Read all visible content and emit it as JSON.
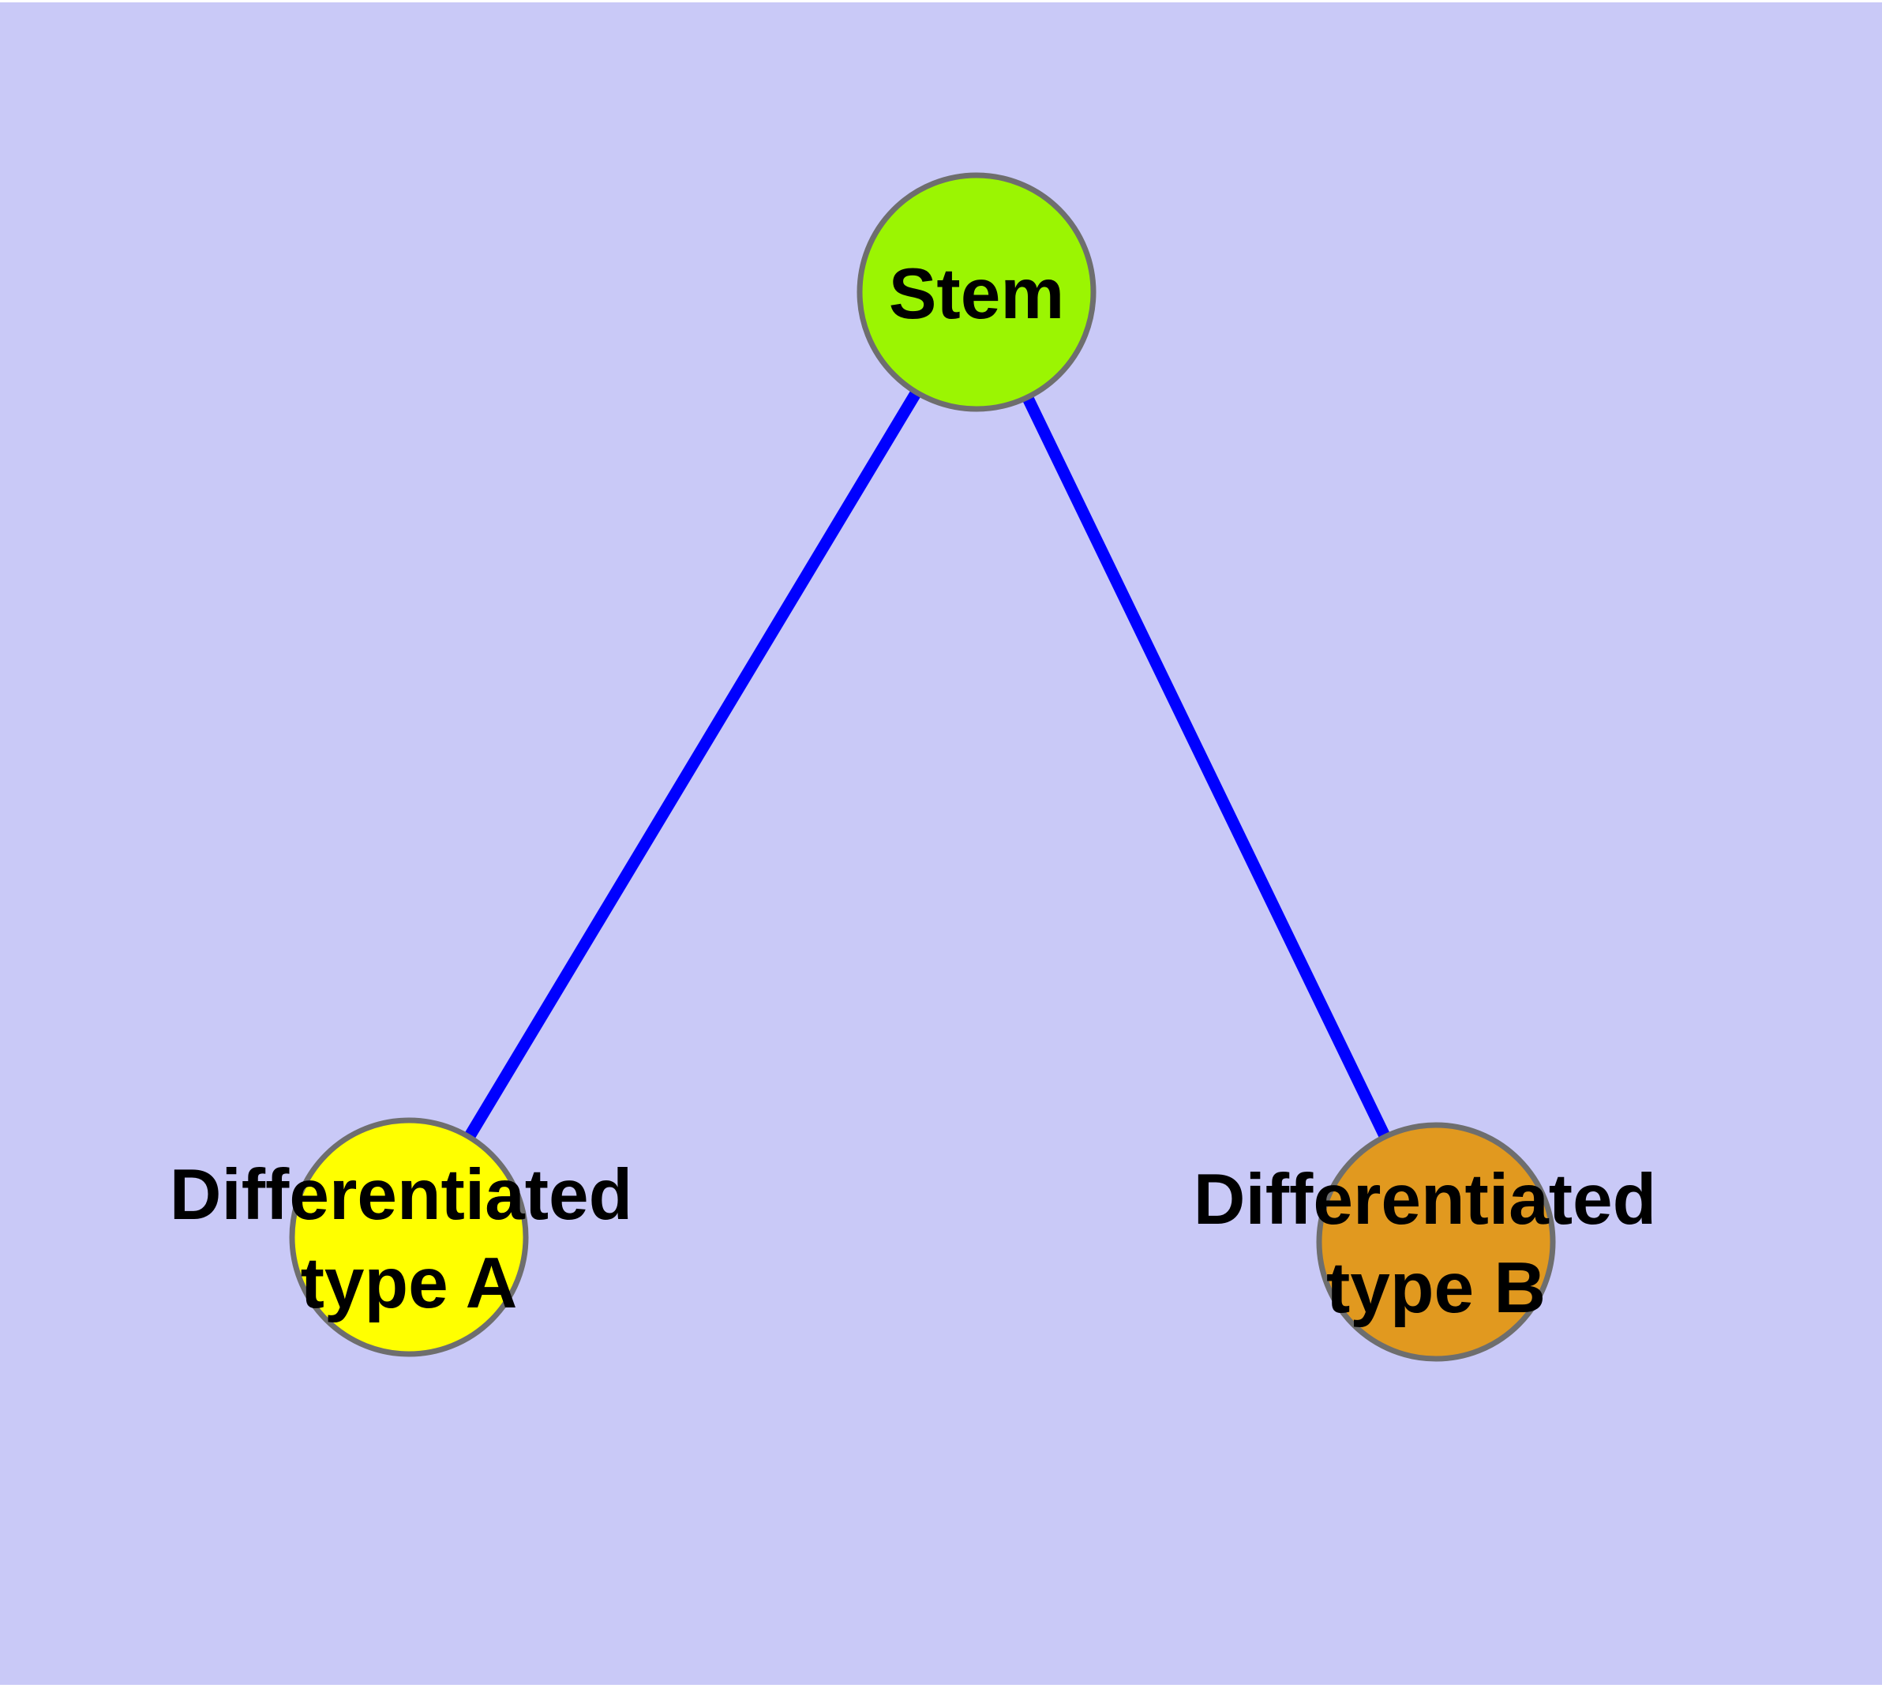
{
  "diagram": {
    "type": "graph",
    "background_color": "#c9c9f7",
    "page_margin_color": "#ffffff",
    "edge_color": "#0000ff",
    "node_border_color": "#6e6e6e",
    "label_color": "#000000",
    "nodes": [
      {
        "id": "stem",
        "label": "Stem",
        "lines": [
          "Stem"
        ],
        "fill_color": "#9bf502"
      },
      {
        "id": "differentiated-type-a",
        "label": "Differentiated type A",
        "lines": [
          "Differentiated",
          "type A"
        ],
        "fill_color": "#ffff00"
      },
      {
        "id": "differentiated-type-b",
        "label": "Differentiated type B",
        "lines": [
          "Differentiated",
          "type B"
        ],
        "fill_color": "#e1991f"
      }
    ],
    "edges": [
      {
        "from": "Stem",
        "to": "Differentiated type A"
      },
      {
        "from": "Stem",
        "to": "Differentiated type B"
      }
    ]
  }
}
